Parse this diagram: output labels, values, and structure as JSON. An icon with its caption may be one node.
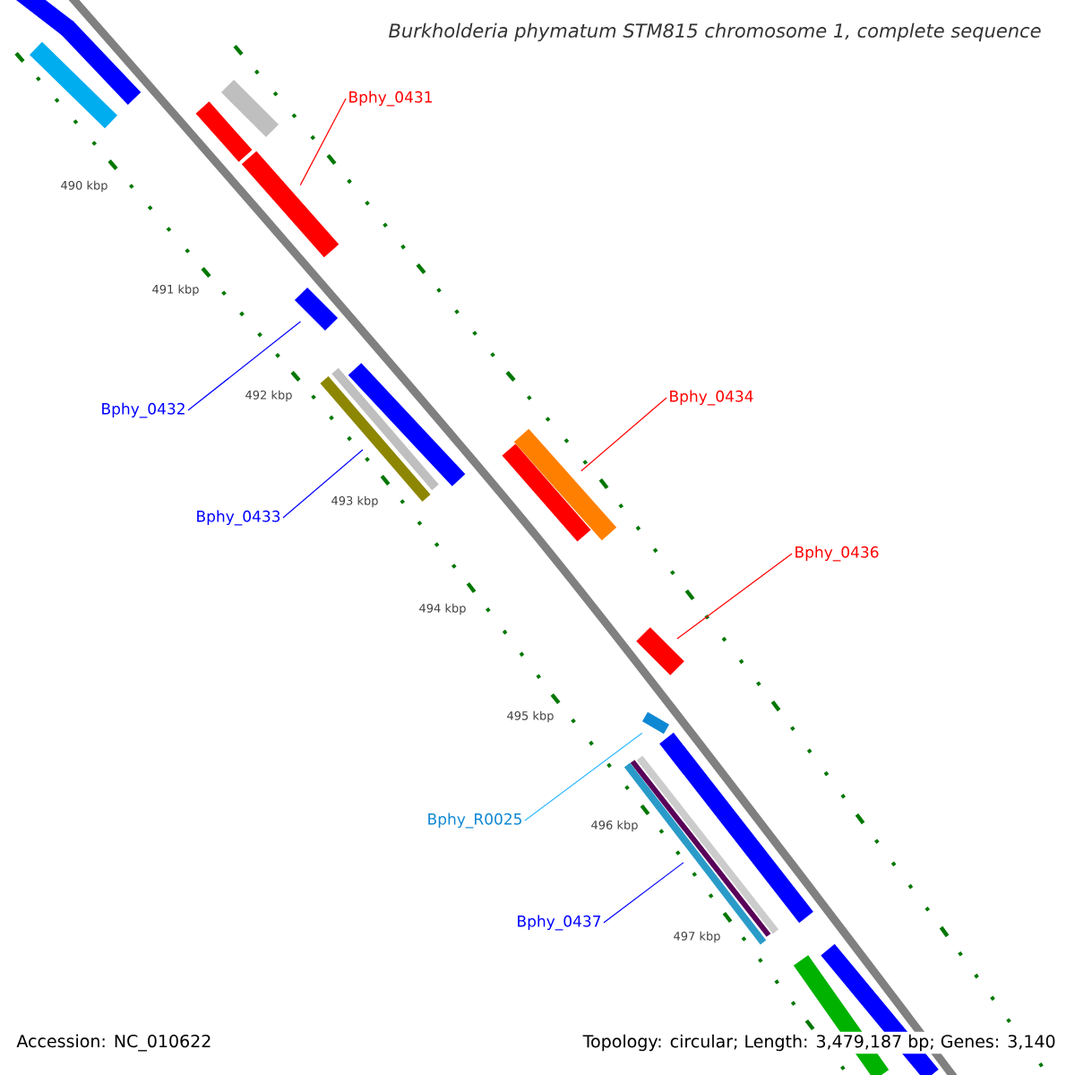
{
  "diagram": {
    "title": "*Burkholderia phymatum* STM815 chromosome 1, complete sequence",
    "nodes": [
      {
        "text": [
          "Bphy_0431"
        ]
      },
      {
        "text": [],
        "shape": "bar"
      },
      {
        "text": [
          "Bphy_0432"
        ]
      },
      {
        "text": [],
        "shape": "bar"
      },
      {
        "text": [
          "Bphy_0433"
        ]
      },
      {
        "text": [],
        "shape": "bar"
      },
      {
        "text": [
          "Bphy_0434"
        ]
      },
      {
        "text": [],
        "shape": "bar"
      },
      {
        "text": [
          "Bphy_0436"
        ]
      },
      {
        "text": [],
        "shape": "bar"
      },
      {
        "text": [
          "Bphy_R0025"
        ]
      },
      {
        "text": [],
        "shape": "bar"
      },
      {
        "text": [
          "Bphy_0437"
        ]
      },
      {
        "text": [],
        "shape": "bar"
      }
    ],
    "edges": [
      {
        "from": 0,
        "to": 1,
        "arrow": "none",
        "color": "#ff0000"
      },
      {
        "from": 2,
        "to": 3,
        "arrow": "none",
        "color": "#0000ff"
      },
      {
        "from": 4,
        "to": 5,
        "arrow": "none",
        "color": "#0000ff"
      },
      {
        "from": 6,
        "to": 7,
        "arrow": "none",
        "color": "#ff0000"
      },
      {
        "from": 8,
        "to": 9,
        "arrow": "none",
        "color": "#ff0000"
      },
      {
        "from": 10,
        "to": 11,
        "arrow": "none",
        "color": "#33bbff"
      },
      {
        "from": 12,
        "to": 13,
        "arrow": "none",
        "color": "#0000ff"
      }
    ],
    "labels": [
      "490 kbp",
      "491 kbp",
      "492 kbp",
      "493 kbp",
      "494 kbp",
      "495 kbp",
      "496 kbp",
      "497 kbp",
      "Accession: NC_010622",
      "Topology: circular; Length: 3,479,187 bp; Genes: 3,140"
    ]
  }
}
